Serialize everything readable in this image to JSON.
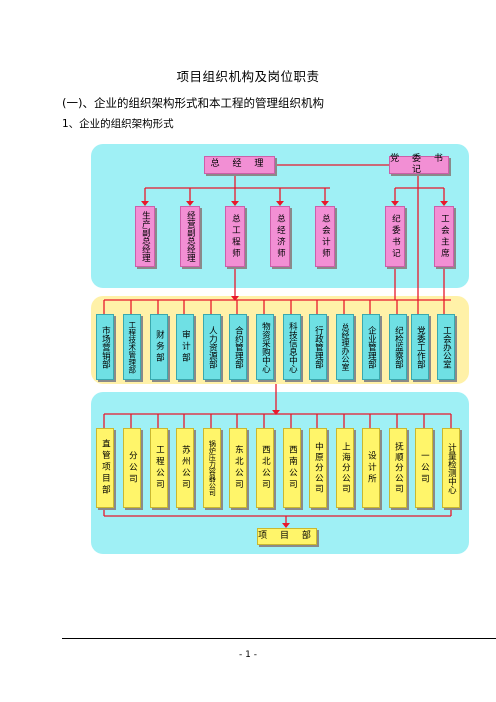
{
  "doc": {
    "title": "项目组织机构及岗位职责",
    "heading1": "(一)、企业的组织架构形式和本工程的管理组织机构",
    "heading2": "1、企业的组织架构形式",
    "page_number": "- 1 -"
  },
  "top": {
    "gm": "总 经 理",
    "party": "党 委 书 记"
  },
  "level2": [
    "生产副总经理",
    "经营副总经理",
    "总工程师",
    "总经济师",
    "总会计师",
    "纪委书记",
    "工会主席"
  ],
  "departments": [
    "市场营销部",
    "工程技术管理部",
    "财务部",
    "审计部",
    "人力资源部",
    "合约管理部",
    "物资采购中心",
    "科技信息中心",
    "行政管理部",
    "总经理办公室",
    "企业管理部",
    "纪检监察部",
    "党委工作部",
    "工会办公室"
  ],
  "companies": [
    "直管项目部",
    "分公司",
    "工程公司",
    "苏州公司",
    "锅炉压力容器公司",
    "东北公司",
    "西北公司",
    "西南公司",
    "中原分公司",
    "上海分公司",
    "设计所",
    "抚顺分公司",
    "一公司",
    "计量检测中心"
  ],
  "project": "项 目 部",
  "colors": {
    "cyan_panel": "#9ff0f5",
    "yellow_panel": "#fff1a8",
    "pink_box": "#f28fd4",
    "cyan_box": "#6fe0e4",
    "yellow_box": "#fff56a",
    "line": "#e8182c"
  }
}
